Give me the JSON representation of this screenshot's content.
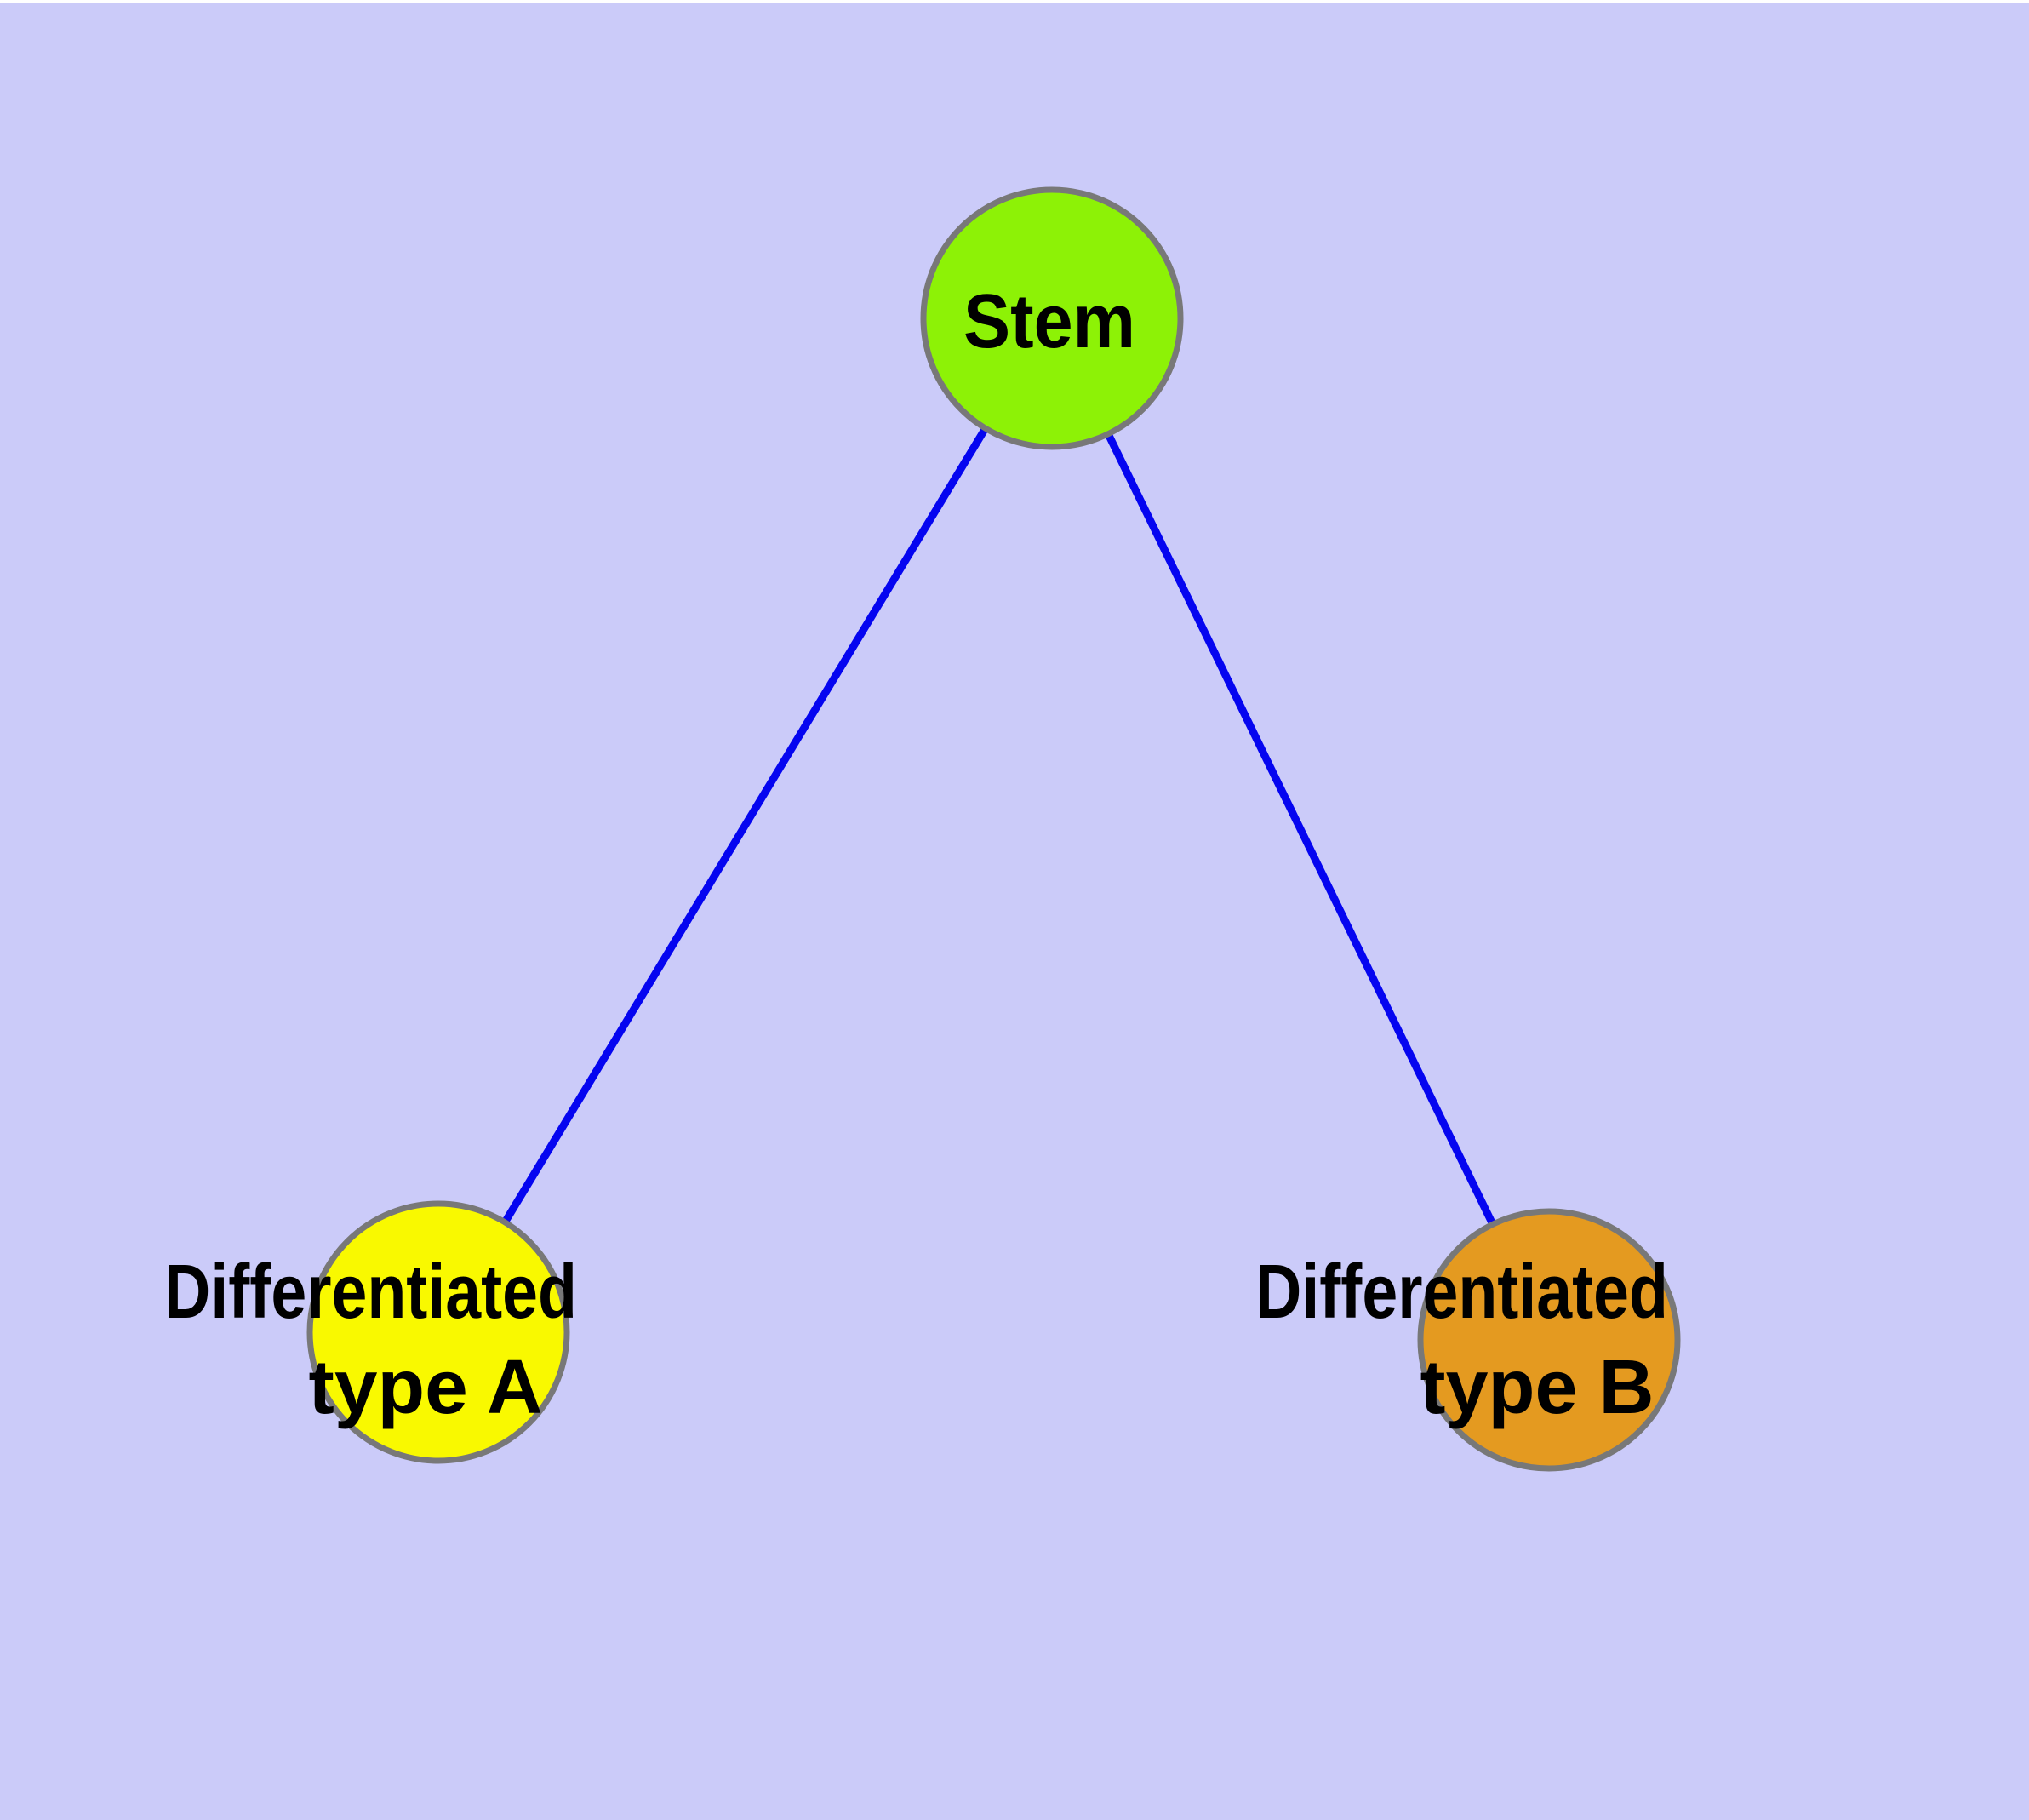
{
  "diagram": {
    "type": "node-link-graph",
    "colors": {
      "background": "#CBCBF9",
      "top_strip": "#FFFFFF",
      "edge": "#0505F0",
      "node_border": "#787878",
      "label_text": "#000000"
    },
    "nodes": {
      "stem": {
        "label": "Stem",
        "fill": "#8DF206"
      },
      "type_a": {
        "line1": "Differentiated",
        "line2": "type A",
        "fill": "#F9F900"
      },
      "type_b": {
        "line1": "Differentiated",
        "line2": "type B",
        "fill": "#E49A20"
      }
    },
    "edges": [
      {
        "from": "Stem",
        "to": "Differentiated type A"
      },
      {
        "from": "Stem",
        "to": "Differentiated type B"
      }
    ]
  }
}
